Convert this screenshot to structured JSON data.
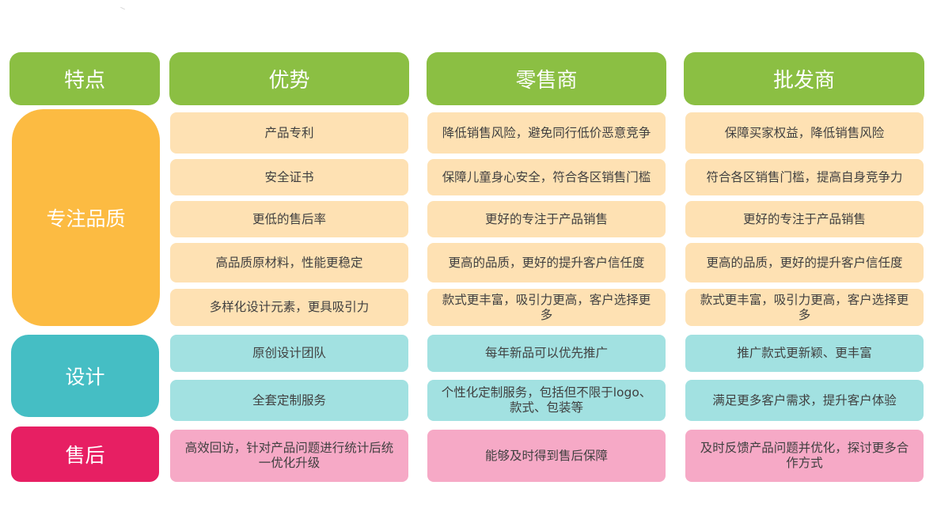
{
  "header": {
    "feature": "特点",
    "advantage": "优势",
    "retailer": "零售商",
    "wholesaler": "批发商"
  },
  "categories": {
    "quality": "专注品质",
    "design": "设计",
    "after_sales": "售后"
  },
  "rows": [
    {
      "advantage": "产品专利",
      "retailer": "降低销售风险，避免同行低价恶意竞争",
      "wholesaler": "保障买家权益，降低销售风险"
    },
    {
      "advantage": "安全证书",
      "retailer": "保障儿童身心安全，符合各区销售门槛",
      "wholesaler": "符合各区销售门槛，提高自身竞争力"
    },
    {
      "advantage": "更低的售后率",
      "retailer": "更好的专注于产品销售",
      "wholesaler": "更好的专注于产品销售"
    },
    {
      "advantage": "高品质原材料，性能更稳定",
      "retailer": "更高的品质，更好的提升客户信任度",
      "wholesaler": "更高的品质，更好的提升客户信任度"
    },
    {
      "advantage": "多样化设计元素，更具吸引力",
      "retailer": "款式更丰富，吸引力更高，客户选择更多",
      "wholesaler": "款式更丰富，吸引力更高，客户选择更多"
    },
    {
      "advantage": "原创设计团队",
      "retailer": "每年新品可以优先推广",
      "wholesaler": "推广款式更新颖、更丰富"
    },
    {
      "advantage": "全套定制服务",
      "retailer": "个性化定制服务，包括但不限于logo、款式、包装等",
      "wholesaler": "满足更多客户需求，提升客户体验"
    },
    {
      "advantage": "高效回访，针对产品问题进行统计后统一优化升级",
      "retailer": "能够及时得到售后保障",
      "wholesaler": "及时反馈产品问题并优化，探讨更多合作方式"
    }
  ],
  "colors": {
    "header": "#8bbf43",
    "quality": "#fcbb42",
    "quality_light": "#fee1b3",
    "design": "#45bec4",
    "design_light": "#a2e1e1",
    "after_sales": "#e71f63",
    "after_sales_light": "#f6a9c6",
    "text": "#404040"
  }
}
